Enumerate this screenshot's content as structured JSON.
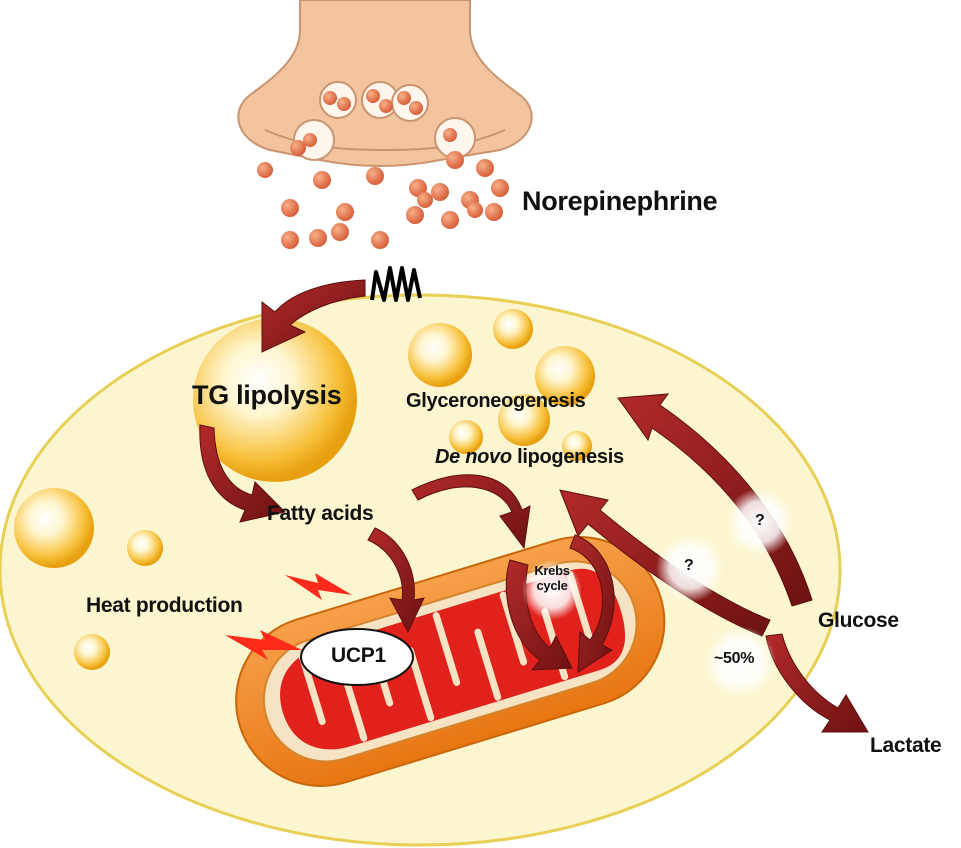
{
  "labels": {
    "norepinephrine": "Norepinephrine",
    "tg_lipolysis": "TG lipolysis",
    "glyceroneogenesis": "Glyceroneogenesis",
    "de_novo_italic": "De novo",
    "lipogenesis": "lipogenesis",
    "fatty_acids": "Fatty acids",
    "heat_production": "Heat production",
    "ucp1": "UCP1",
    "krebs_line1": "Krebs",
    "krebs_line2": "cycle",
    "glucose": "Glucose",
    "lactate": "Lactate",
    "unknown_1": "?",
    "unknown_2": "?",
    "lactate_fraction": "~50%"
  },
  "colors": {
    "cell_fill": "#fbf6cf",
    "cell_border": "#e8cf55",
    "synapse": "#f2c4a0",
    "neurotransmitter": "#e0704a",
    "lipid_droplet": "#f4b21e",
    "arrow": "#8a1c1c",
    "mitochondrion_outer": "#f08a1c",
    "mitochondrion_inner": "#e0211c",
    "heat_bolt": "#ff2a1a"
  }
}
